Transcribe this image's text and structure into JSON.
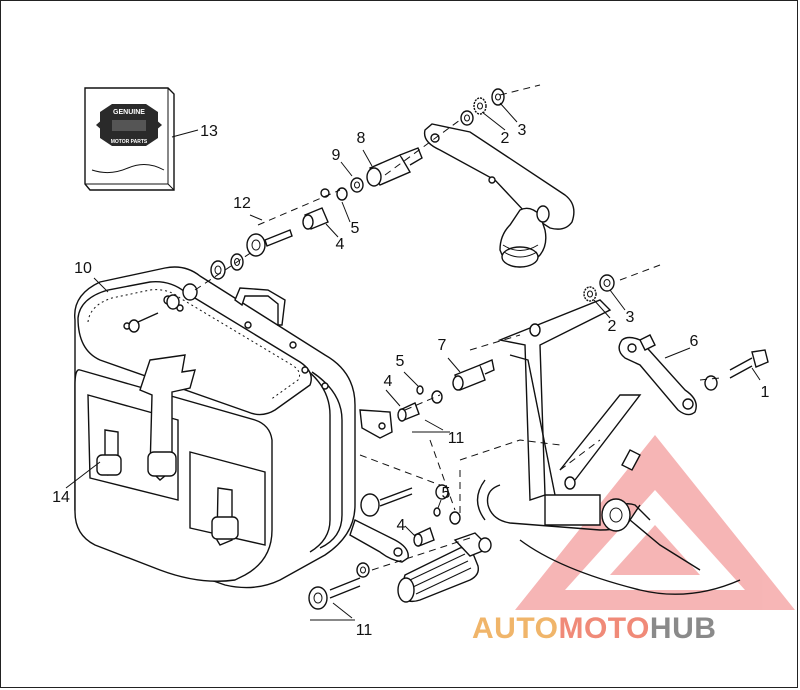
{
  "diagram": {
    "callouts": [
      {
        "id": "c1",
        "label": "1"
      },
      {
        "id": "c2a",
        "label": "2"
      },
      {
        "id": "c3a",
        "label": "3"
      },
      {
        "id": "c2b",
        "label": "2"
      },
      {
        "id": "c3b",
        "label": "3"
      },
      {
        "id": "c4a",
        "label": "4"
      },
      {
        "id": "c5a",
        "label": "5"
      },
      {
        "id": "c4b",
        "label": "4"
      },
      {
        "id": "c5b",
        "label": "5"
      },
      {
        "id": "c4c",
        "label": "4"
      },
      {
        "id": "c5c",
        "label": "5"
      },
      {
        "id": "c6",
        "label": "6"
      },
      {
        "id": "c7",
        "label": "7"
      },
      {
        "id": "c8",
        "label": "8"
      },
      {
        "id": "c9",
        "label": "9"
      },
      {
        "id": "c10",
        "label": "10"
      },
      {
        "id": "c11a",
        "label": "11"
      },
      {
        "id": "c11b",
        "label": "11"
      },
      {
        "id": "c12",
        "label": "12"
      },
      {
        "id": "c13",
        "label": "13"
      },
      {
        "id": "c14",
        "label": "14"
      }
    ],
    "badge": {
      "top_text": "GENUINE",
      "bottom_text": "MOTOR PARTS"
    }
  },
  "watermark": {
    "part1": "AUTO",
    "part2": "MOTO",
    "part3": "HUB",
    "colors": {
      "auto": "#f0b56a",
      "moto": "#f08a78",
      "hub": "#8a8a8a",
      "triangle": "#f07a7a"
    }
  }
}
